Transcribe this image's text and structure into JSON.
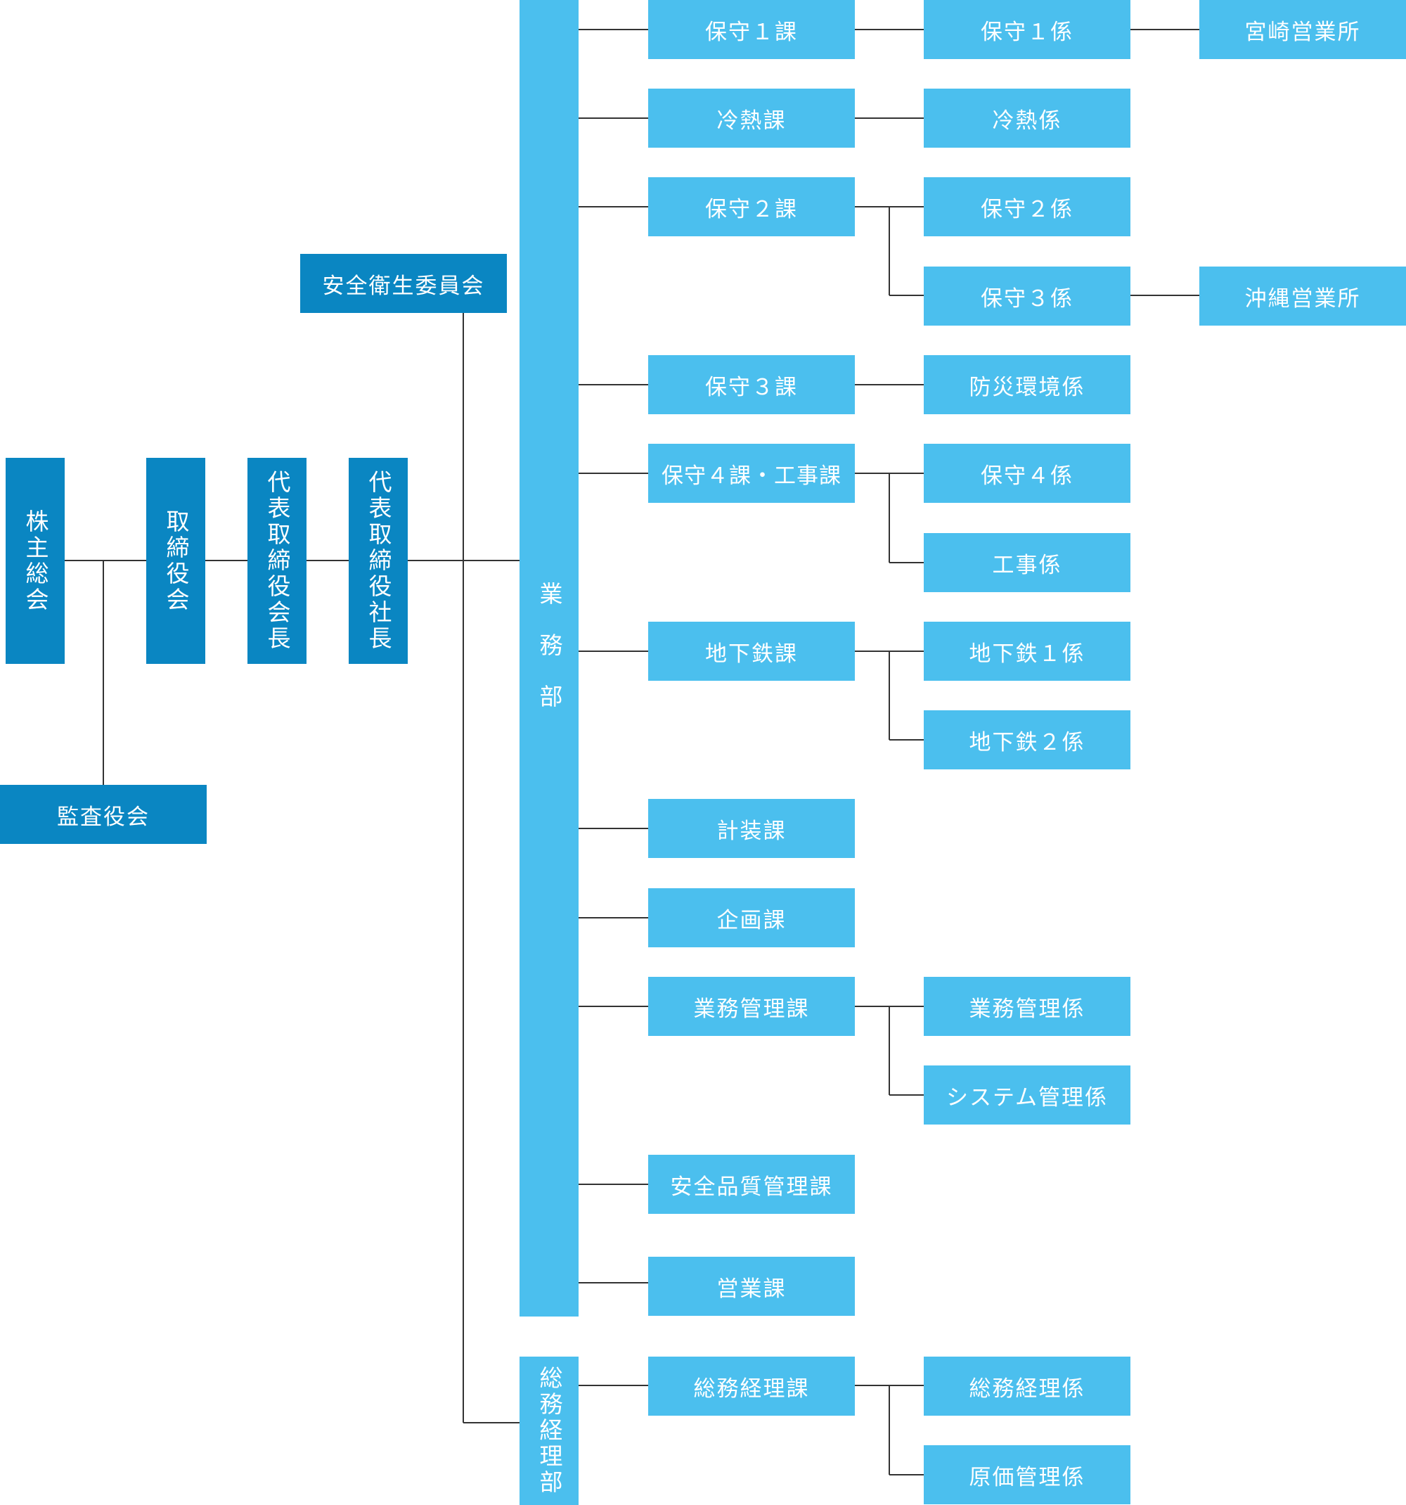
{
  "colors": {
    "dark_box": "#0a86c2",
    "light_box": "#4bbfee",
    "line": "#333333"
  },
  "top": {
    "shareholders": "株主総会",
    "board": "取締役会",
    "chairman": "代表取締役会長",
    "president": "代表取締役社長",
    "auditors": "監査役会",
    "safety_committee": "安全衛生委員会"
  },
  "departments": {
    "operations": "業務部",
    "general_affairs": "総務経理部"
  },
  "sections": {
    "s1": "保守１課",
    "s2": "冷熱課",
    "s3": "保守２課",
    "s4": "保守３課",
    "s5": "保守４課・工事課",
    "s6": "地下鉄課",
    "s7": "計装課",
    "s8": "企画課",
    "s9": "業務管理課",
    "s10": "安全品質管理課",
    "s11": "営業課",
    "s12": "総務経理課"
  },
  "units": {
    "u1": "保守１係",
    "u2": "冷熱係",
    "u3": "保守２係",
    "u4": "保守３係",
    "u5": "防災環境係",
    "u6": "保守４係",
    "u7": "工事係",
    "u8": "地下鉄１係",
    "u9": "地下鉄２係",
    "u10": "業務管理係",
    "u11": "システム管理係",
    "u12": "総務経理係",
    "u13": "原価管理係"
  },
  "offices": {
    "o1": "宮崎営業所",
    "o2": "沖縄営業所"
  }
}
